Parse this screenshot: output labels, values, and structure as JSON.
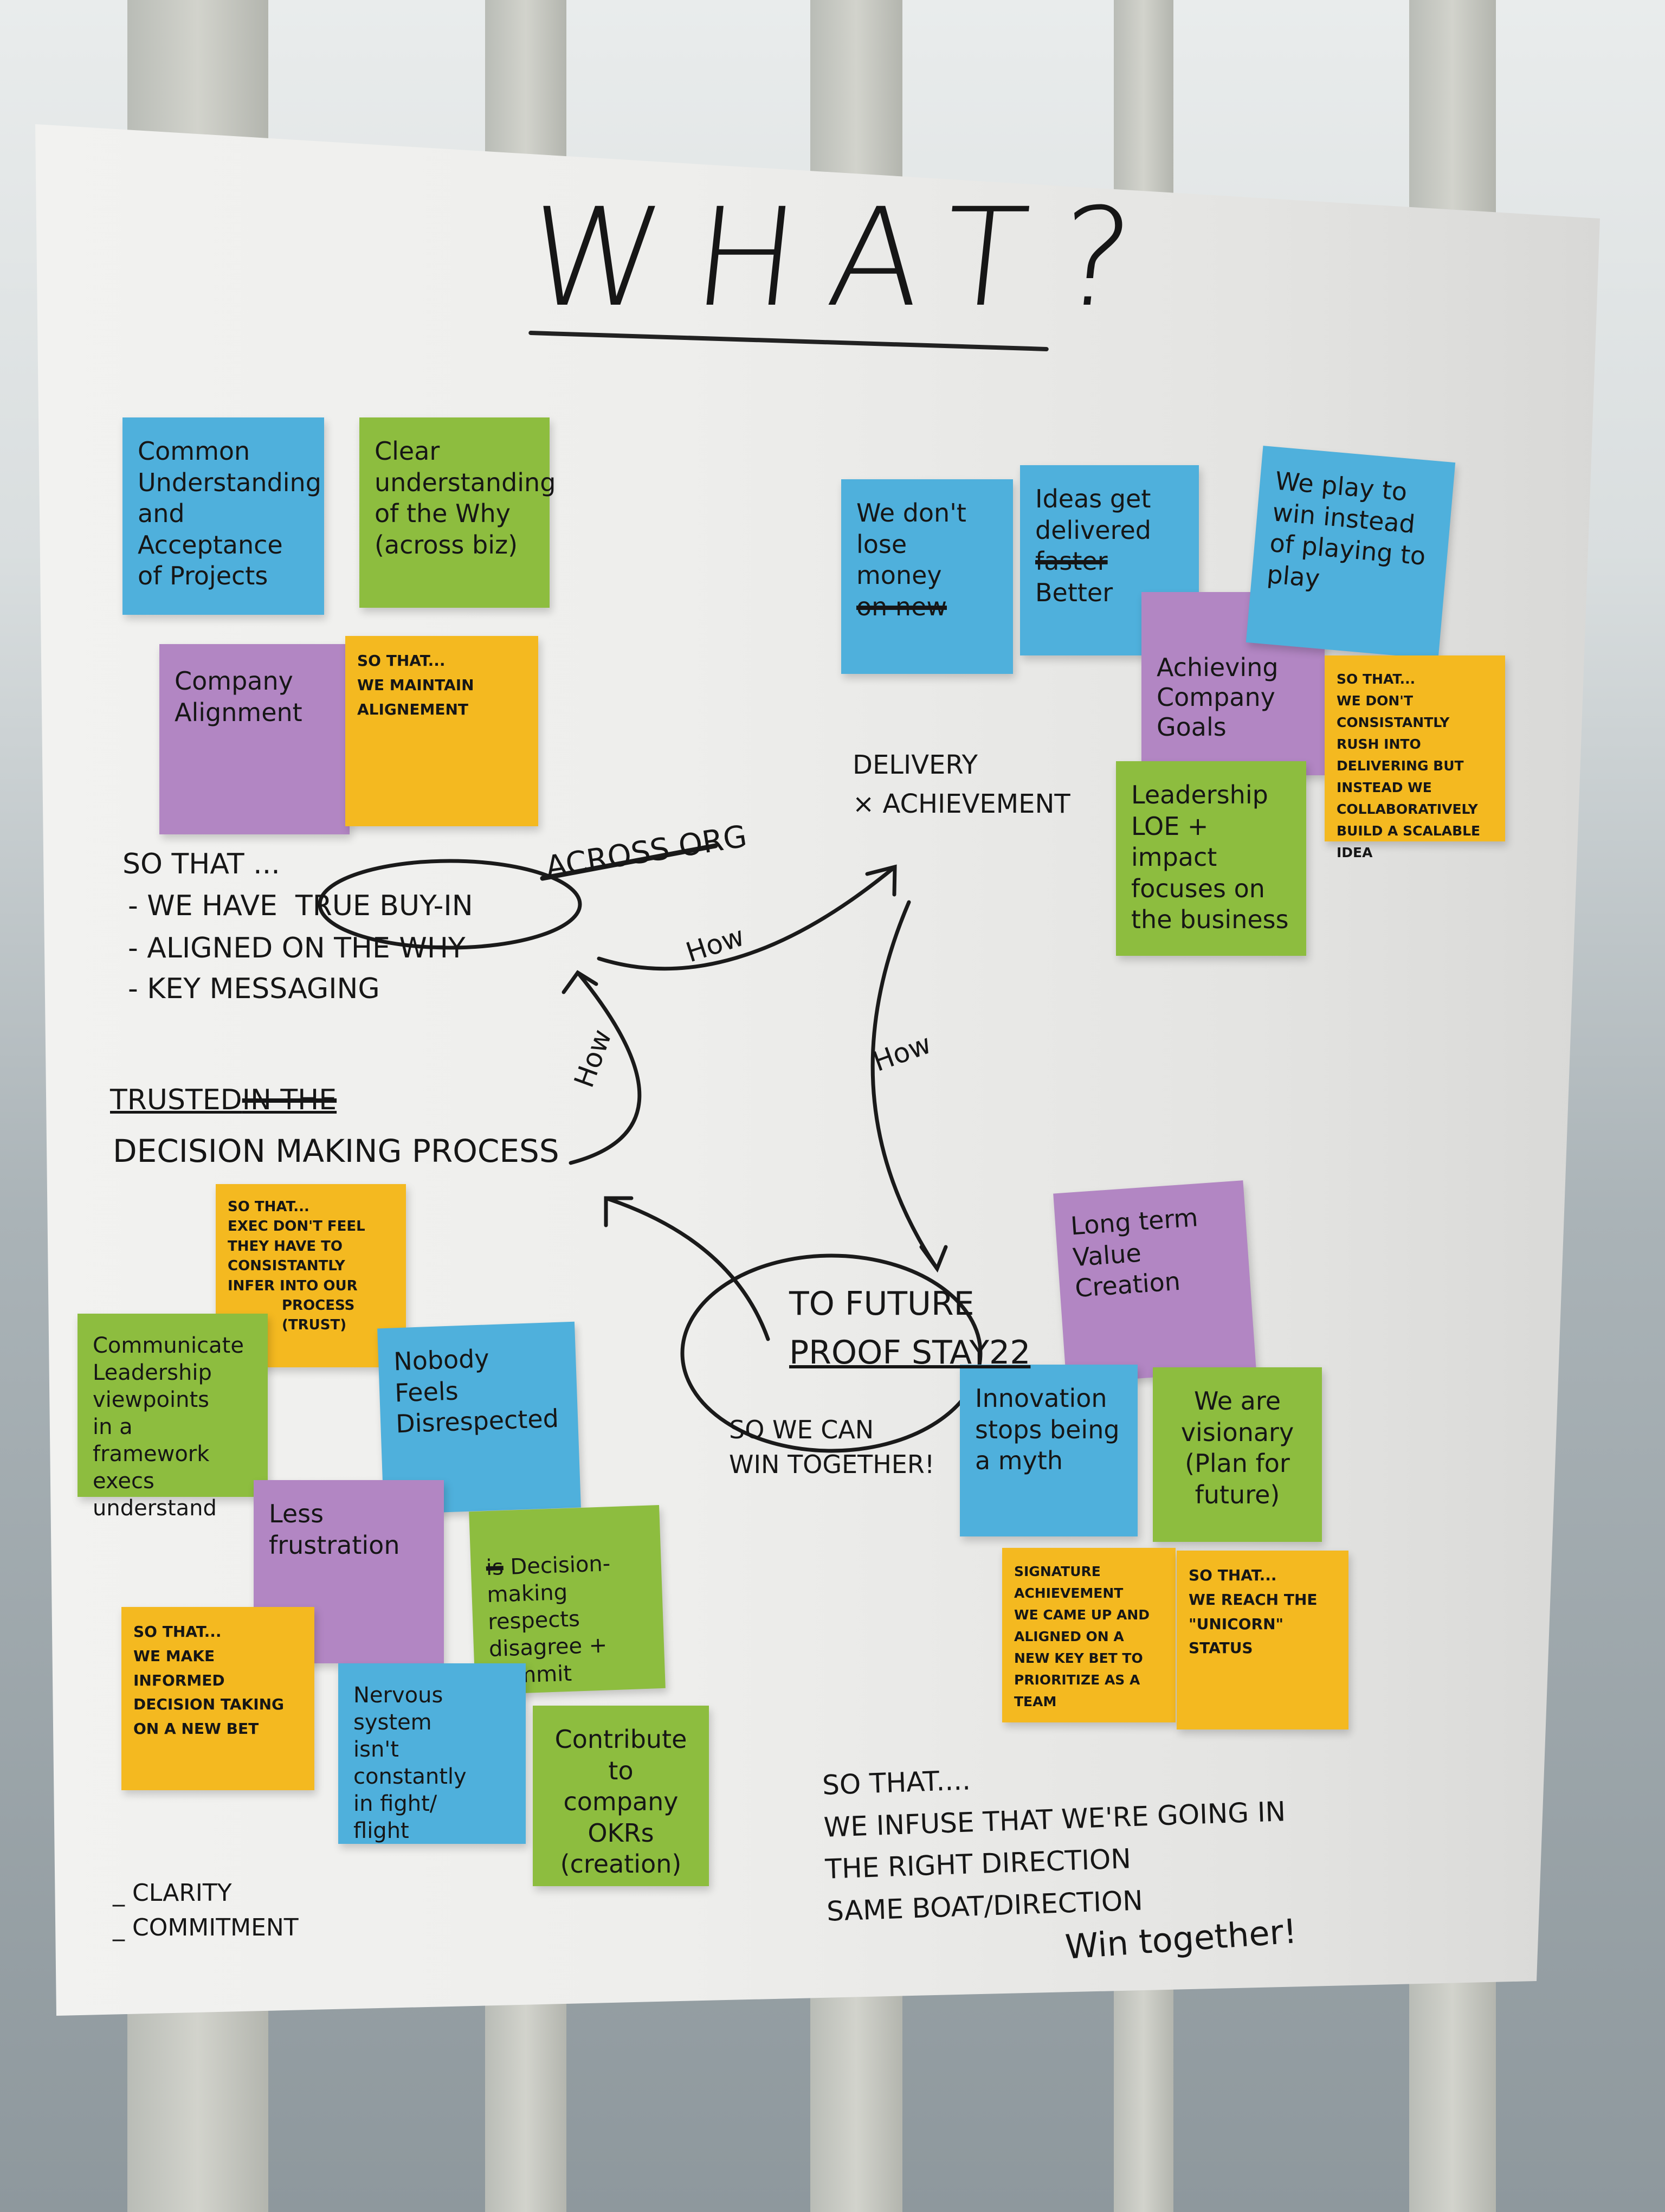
{
  "title": "WHAT?",
  "colors": {
    "blue": "#4fb0dc",
    "green": "#8dbd3f",
    "purple": "#b286c3",
    "yellow": "#f4b920",
    "ink": "#161616"
  },
  "notes": [
    {
      "color": "blue",
      "text": "Common\nUnderstanding\nand\nAcceptance\nof Projects"
    },
    {
      "color": "green",
      "text": "Clear\nunderstanding\nof the Why\n(across biz)"
    },
    {
      "color": "purple",
      "text": "Company\nAlignment"
    },
    {
      "color": "yellow",
      "text": "So that...\nWe maintain\nalignement"
    },
    {
      "color": "blue",
      "text": "We don't\nlose money",
      "struck": "on new"
    },
    {
      "color": "blue",
      "text": "Ideas get\ndelivered",
      "struck": "faster",
      "after": "Better"
    },
    {
      "color": "blue",
      "text": "We play to\nwin instead\nof playing to\nplay"
    },
    {
      "color": "purple",
      "text": "Achieving\nCompany\nGoals"
    },
    {
      "color": "yellow",
      "text": "So that...\nWe don't consistantly rush into delivering but instead we collaboratively build a scalable idea"
    },
    {
      "color": "green",
      "text": "Leadership\nLOE + impact\nfocuses on\nthe business"
    },
    {
      "color": "yellow",
      "text": "So that...\nExec don't feel they have to consistantly infer into our process\n(trust)"
    },
    {
      "color": "green",
      "text": "Communicate\nLeadership\nviewpoints\nin a framework\nexecs understand"
    },
    {
      "color": "blue",
      "text": "Nobody\nFeels\nDisrespected"
    },
    {
      "color": "purple",
      "text": "Less\nfrustration"
    },
    {
      "color": "green",
      "text": "Decision-\nmaking respects\ndisagree + commit",
      "struck": "is"
    },
    {
      "color": "yellow",
      "text": "So that...\nWe make informed decision taking on a new bet"
    },
    {
      "color": "blue",
      "text": "Nervous system\nisn't constantly\nin fight/\nflight"
    },
    {
      "color": "green",
      "text": "Contribute\nto company\nOKRs\n(creation)"
    },
    {
      "color": "purple",
      "text": "Long term\nValue\nCreation"
    },
    {
      "color": "blue",
      "text": "Innovation\nstops being\na myth"
    },
    {
      "color": "green",
      "text": "We are\nvisionary\n(Plan for\nfuture)"
    },
    {
      "color": "yellow",
      "text": "Signature achievement\nWe came up and aligned on a new key bet to prioritize as a team"
    },
    {
      "color": "yellow",
      "text": "So that...\nWe reach the \"unicorn\" status"
    }
  ],
  "annotations": {
    "delivery": "Delivery\n× Achievement",
    "buy_in_intro": "So that ...",
    "buy_in_line1": "- We have",
    "true_buy_in": "True buy-in",
    "buy_in_line2": "- Aligned on the why",
    "buy_in_line3": "- Key messaging",
    "across_org": "Across org",
    "how_1": "How",
    "how_2": "How",
    "how_3": "How",
    "trusted": "Trusted",
    "trusted_struck": "in the",
    "decision_process": "Decision making process",
    "future_proof_1": "To future",
    "future_proof_2": "proof Stay22",
    "win_together_small": "So we can\nwin together!",
    "bottom_so_that": "So that....\nWe infuse that we're going in\nthe right direction\nsame boat/direction",
    "win_together": "Win together!",
    "clarity": "_ Clarity\n_ Commitment"
  }
}
